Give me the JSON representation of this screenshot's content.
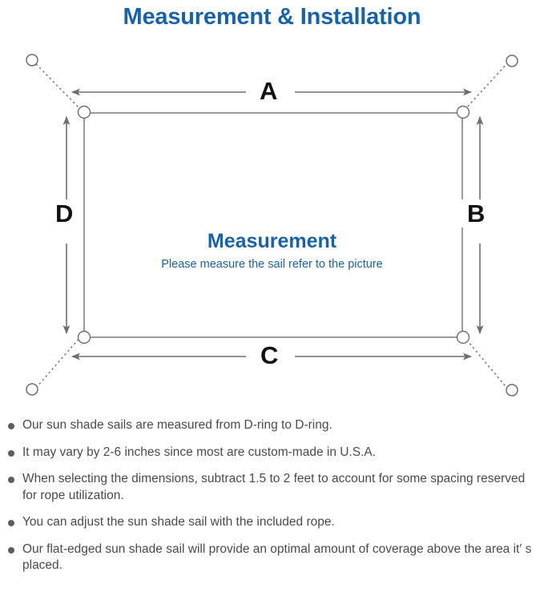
{
  "header": {
    "title": "Measurement & Installation",
    "title_color": "#1763a6"
  },
  "diagram": {
    "center_title": "Measurement",
    "center_subtitle": "Please measure the sail refer to the picture",
    "center_text_color": "#1763a6",
    "labels": {
      "top": "A",
      "right": "B",
      "bottom": "C",
      "left": "D"
    },
    "label_color": "#111111",
    "line_color": "#6e6e6e",
    "sail_color": "#808080",
    "anchors": [
      {
        "name": "top-left-anchor-ring"
      },
      {
        "name": "top-right-anchor-ring"
      },
      {
        "name": "bottom-left-anchor-ring"
      },
      {
        "name": "bottom-right-anchor-ring"
      }
    ],
    "d_rings": [
      {
        "name": "top-left-d-ring"
      },
      {
        "name": "top-right-d-ring"
      },
      {
        "name": "bottom-left-d-ring"
      },
      {
        "name": "bottom-right-d-ring"
      }
    ]
  },
  "notes": {
    "bullet_color": "#5d5d5d",
    "text_color": "#4a4a4a",
    "items": [
      "Our sun shade sails are measured from D-ring to D-ring.",
      "It may vary by 2-6 inches since most are custom-made in U.S.A.",
      "When selecting the dimensions, subtract 1.5 to 2 feet to account for some spacing reserved for rope utilization.",
      "You can adjust the sun shade sail with the included rope.",
      "Our flat-edged sun shade sail will provide an optimal amount of coverage above the area it′ s placed."
    ]
  }
}
